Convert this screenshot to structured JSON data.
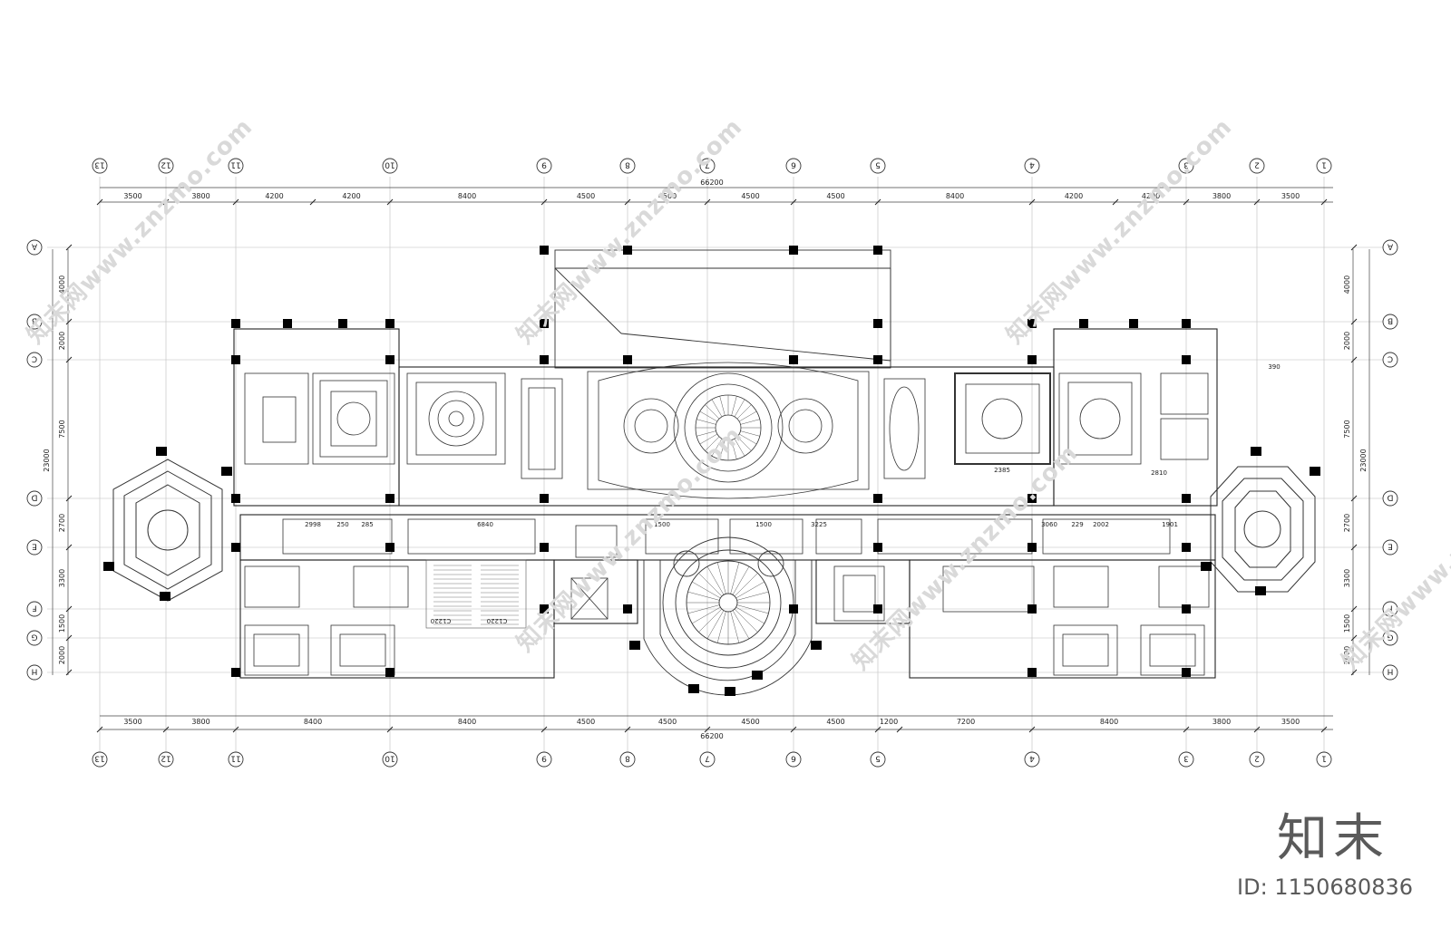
{
  "brand": {
    "name": "知末",
    "id_text": "ID: 1150680836"
  },
  "watermark": {
    "text": "知末网www.znzmo.com",
    "short": "znzmo.com"
  },
  "grid": {
    "columns_top": [
      "13",
      "12",
      "11",
      "10",
      "9",
      "8",
      "7",
      "6",
      "5",
      "4",
      "3",
      "2",
      "1"
    ],
    "columns_bottom": [
      "13",
      "12",
      "11",
      "10",
      "9",
      "8",
      "7",
      "6",
      "5",
      "4",
      "3",
      "2",
      "1"
    ],
    "rows": [
      "A",
      "B",
      "C",
      "D",
      "E",
      "F",
      "G",
      "H"
    ]
  },
  "dimensions": {
    "top_total": "66200",
    "top_segments": [
      "3500",
      "3800",
      "4200",
      "4200",
      "8400",
      "4500",
      "4500",
      "4500",
      "4500",
      "8400",
      "4200",
      "4200",
      "3800",
      "3500"
    ],
    "bottom_total": "66200",
    "bottom_segments": [
      "3500",
      "3800",
      "8400",
      "8400",
      "4500",
      "4500",
      "4500",
      "4500",
      "1200",
      "7200",
      "8400",
      "3800",
      "3500"
    ],
    "left_total": "23000",
    "left_segments": [
      "4000",
      "2000",
      "7500",
      "2700",
      "3300",
      "1500",
      "2000"
    ],
    "right_total": "23000",
    "right_segments": [
      "4000",
      "2000",
      "7500",
      "2700",
      "3300",
      "1500",
      "2000"
    ]
  },
  "annotations": {
    "corridor_values": [
      "2998",
      "250",
      "285",
      "6840",
      "1500",
      "1500",
      "3225",
      "3060",
      "229",
      "2002",
      "1901"
    ],
    "stair_labels": [
      "C1220",
      "C1220"
    ],
    "small_values": [
      "2385",
      "2810",
      "390"
    ]
  }
}
